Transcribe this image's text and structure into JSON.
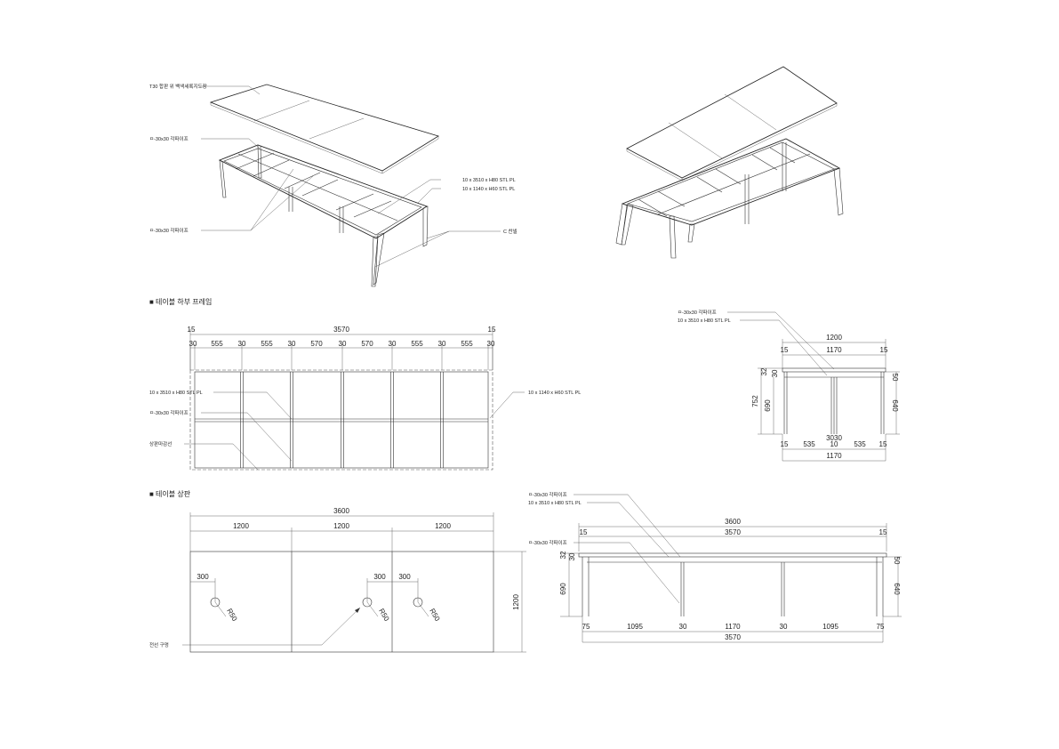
{
  "iso_left": {
    "notes": {
      "top": "T30 합판 위 백색세록지도장",
      "pipe_a": "ㅁ-30x30 각파이프",
      "pl_a": "10 x 3510 x H80 STL PL",
      "pl_b": "10 x 1140 x H60 STL PL",
      "pipe_b": "ㅁ-30x30 각파이프",
      "channel": "C 찬넬"
    }
  },
  "plan_frame": {
    "title": "■ 테이블 하부 프레임",
    "total": "3570",
    "edge_l": "15",
    "edge_r": "15",
    "dims": [
      "30",
      "555",
      "30",
      "555",
      "30",
      "570",
      "30",
      "570",
      "30",
      "555",
      "30",
      "555",
      "30"
    ],
    "notes": {
      "pl_long": "10 x 3510 x H80 STL PL",
      "pipe": "ㅁ-30x30 각파이프",
      "edge_line": "상판마감선",
      "pl_short": "10 x 1140 x H60 STL PL"
    }
  },
  "plan_top": {
    "title": "■ 테이블 상판",
    "total": "3600",
    "segments": [
      "1200",
      "1200",
      "1200"
    ],
    "offsets": [
      "300",
      "300",
      "300"
    ],
    "radii": [
      "R50",
      "R50",
      "R50"
    ],
    "depth": "1200",
    "note_hole": "전선 구멍"
  },
  "side_view": {
    "notes": {
      "pipe": "ㅁ-30x30 각파이프",
      "pl": "10 x 3510 x H80 STL PL"
    },
    "width_total": "1200",
    "width_inner": "1170",
    "edge_l": "15",
    "edge_r": "15",
    "height_total": "752",
    "height_leg": "690",
    "top_a": "32",
    "top_b": "30",
    "right_a": "50",
    "right_b": "640",
    "bottom_dims": [
      "15",
      "535",
      "10",
      "535",
      "15"
    ],
    "mid_dims": [
      "30",
      "30"
    ],
    "bottom_total": "1170"
  },
  "front_view": {
    "notes": {
      "pipe_a": "ㅁ-30x30 각파이프",
      "pl": "10 x 3510 x H80 STL PL",
      "pipe_b": "ㅁ-30x30 각파이프"
    },
    "total_top": "3600",
    "total_frame": "3570",
    "edge_l": "15",
    "edge_r": "15",
    "top_a": "32",
    "top_b": "30",
    "leg_h": "690",
    "right_a": "50",
    "right_b": "640",
    "bottom_dims": [
      "75",
      "1095",
      "30",
      "1170",
      "30",
      "1095",
      "75"
    ],
    "bottom_total": "3570"
  }
}
